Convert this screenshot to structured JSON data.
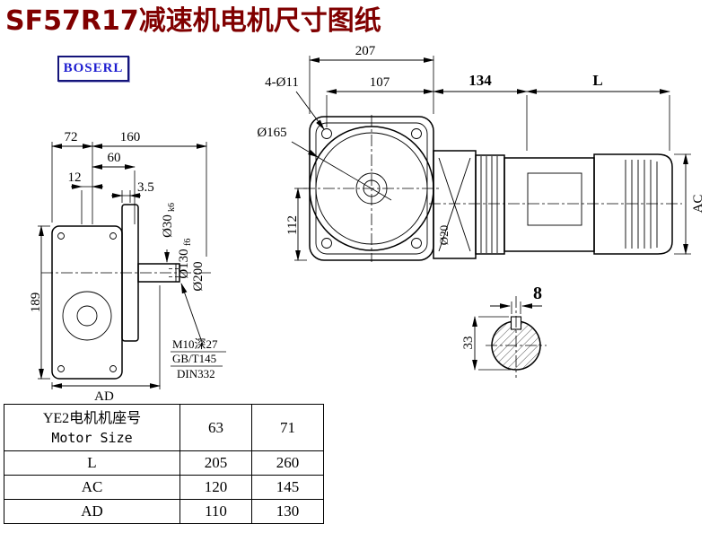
{
  "title": "SF57R17减速机电机尺寸图纸",
  "logo": "BOSERL",
  "side_view": {
    "dim72": "72",
    "dim160": "160",
    "dim60": "60",
    "dim12": "12",
    "dim3_5": "3.5",
    "dim189": "189",
    "dimAD": "AD",
    "shaft_dia": "Ø30",
    "shaft_fit": "k6",
    "spigot_dia": "Ø130",
    "spigot_fit": "f6",
    "flange_dia": "Ø200",
    "center_hole": "M10深27",
    "std1": "GB/T145",
    "std2": "DIN332"
  },
  "front_view": {
    "dim207": "207",
    "holes": "4-Ø11",
    "dim107": "107",
    "dim134": "134",
    "dimL": "L",
    "bolt_circle": "Ø165",
    "dim112": "112",
    "shaft20": "Ø20",
    "dimAC": "AC"
  },
  "section_view": {
    "key_width": "8",
    "dim33": "33"
  },
  "table": {
    "header_cn": "YE2电机机座号",
    "header_en": "Motor Size",
    "sizes": [
      "63",
      "71"
    ],
    "rows": [
      {
        "label": "L",
        "v": [
          "205",
          "260"
        ]
      },
      {
        "label": "AC",
        "v": [
          "120",
          "145"
        ]
      },
      {
        "label": "AD",
        "v": [
          "110",
          "130"
        ]
      }
    ]
  },
  "colors": {
    "title": "#800000",
    "logo_text": "#1c1cd0",
    "logo_border": "#14147a",
    "line": "#000000"
  }
}
